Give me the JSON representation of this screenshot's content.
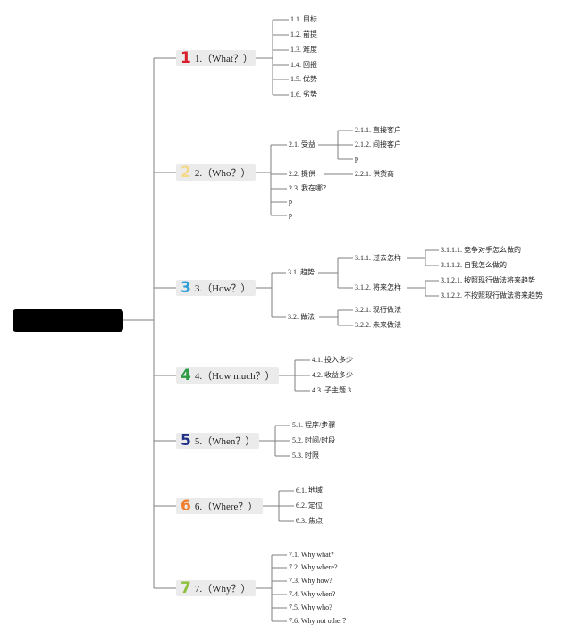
{
  "root": {
    "label": ""
  },
  "colors": {
    "line": "#7f7f7f",
    "branch_bg": "#ebebeb",
    "num_1": "#d81e2a",
    "num_2": "#f5d98a",
    "num_3": "#2e9fd8",
    "num_4": "#2e9b45",
    "num_5": "#1f2f86",
    "num_6": "#f07d2b",
    "num_7": "#8dbf3a"
  },
  "branches": [
    {
      "number": "1",
      "label": "1.（What？）"
    },
    {
      "number": "2",
      "label": "2.（Who？）"
    },
    {
      "number": "3",
      "label": "3.（How？）"
    },
    {
      "number": "4",
      "label": "4.（How much？）"
    },
    {
      "number": "5",
      "label": "5.（When？）"
    },
    {
      "number": "6",
      "label": "6.（Where？）"
    },
    {
      "number": "7",
      "label": "7.（Why？）"
    }
  ],
  "b1": [
    "1.1. 目标",
    "1.2. 前提",
    "1.3. 难度",
    "1.4. 回报",
    "1.5. 优势",
    "1.6. 劣势"
  ],
  "b2": {
    "n21": "2.1. 受益",
    "n21_children": [
      "2.1.1. 直接客户",
      "2.1.2. 间接客户",
      "p"
    ],
    "n22": "2.2. 提供",
    "n22_children": [
      "2.2.1. 供货商"
    ],
    "n23": "2.3. 我在哪？",
    "n24": "p",
    "n25": "p"
  },
  "b3": {
    "n31": "3.1. 趋势",
    "n311": "3.1.1. 过去怎样",
    "n311_children": [
      "3.1.1.1. 竞争对手怎么做的",
      "3.1.1.2. 自我怎么做的"
    ],
    "n312": "3.1.2. 将来怎样",
    "n312_children": [
      "3.1.2.1. 按照现行做法将来趋势",
      "3.1.2.2. 不按照现行做法将来趋势"
    ],
    "n32": "3.2. 做法",
    "n32_children": [
      "3.2.1. 现行做法",
      "3.2.2. 未来做法"
    ]
  },
  "b4": [
    "4.1. 投入多少",
    "4.2. 收益多少",
    "4.3. 子主题 3"
  ],
  "b5": [
    "5.1. 程序/步骤",
    "5.2. 时间/时段",
    "5.3. 时限"
  ],
  "b6": [
    "6.1. 地域",
    "6.2. 定位",
    "6.3. 焦点"
  ],
  "b7": [
    "7.1. Why what?",
    "7.2. Why where?",
    "7.3. Why how?",
    "7.4. Why when?",
    "7.5. Why who?",
    "7.6. Why not other？"
  ]
}
